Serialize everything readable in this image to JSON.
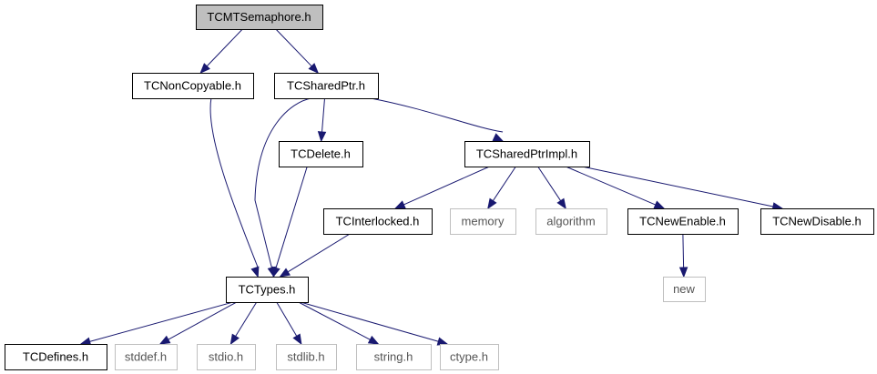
{
  "colors": {
    "edge": "#191970",
    "root_fill": "#bfbfbf",
    "internal_border": "#000000",
    "external_border": "#bfbfbf",
    "internal_text": "#000000",
    "external_text": "#555555"
  },
  "nodes": [
    {
      "id": "TCMTSemaphore",
      "label": "TCMTSemaphore.h",
      "kind": "root"
    },
    {
      "id": "TCNonCopyable",
      "label": "TCNonCopyable.h",
      "kind": "internal"
    },
    {
      "id": "TCSharedPtr",
      "label": "TCSharedPtr.h",
      "kind": "internal"
    },
    {
      "id": "TCDelete",
      "label": "TCDelete.h",
      "kind": "internal"
    },
    {
      "id": "TCSharedPtrImpl",
      "label": "TCSharedPtrImpl.h",
      "kind": "internal"
    },
    {
      "id": "TCInterlocked",
      "label": "TCInterlocked.h",
      "kind": "internal"
    },
    {
      "id": "memory",
      "label": "memory",
      "kind": "external"
    },
    {
      "id": "algorithm",
      "label": "algorithm",
      "kind": "external"
    },
    {
      "id": "TCNewEnable",
      "label": "TCNewEnable.h",
      "kind": "internal"
    },
    {
      "id": "TCNewDisable",
      "label": "TCNewDisable.h",
      "kind": "internal"
    },
    {
      "id": "new",
      "label": "new",
      "kind": "external"
    },
    {
      "id": "TCTypes",
      "label": "TCTypes.h",
      "kind": "internal"
    },
    {
      "id": "TCDefines",
      "label": "TCDefines.h",
      "kind": "internal"
    },
    {
      "id": "stddef",
      "label": "stddef.h",
      "kind": "external"
    },
    {
      "id": "stdio",
      "label": "stdio.h",
      "kind": "external"
    },
    {
      "id": "stdlib",
      "label": "stdlib.h",
      "kind": "external"
    },
    {
      "id": "string",
      "label": "string.h",
      "kind": "external"
    },
    {
      "id": "ctype",
      "label": "ctype.h",
      "kind": "external"
    }
  ],
  "edges": [
    {
      "from": "TCMTSemaphore",
      "to": "TCNonCopyable"
    },
    {
      "from": "TCMTSemaphore",
      "to": "TCSharedPtr"
    },
    {
      "from": "TCNonCopyable",
      "to": "TCTypes"
    },
    {
      "from": "TCSharedPtr",
      "to": "TCTypes"
    },
    {
      "from": "TCSharedPtr",
      "to": "TCDelete"
    },
    {
      "from": "TCSharedPtr",
      "to": "TCSharedPtrImpl"
    },
    {
      "from": "TCDelete",
      "to": "TCTypes"
    },
    {
      "from": "TCSharedPtrImpl",
      "to": "TCInterlocked"
    },
    {
      "from": "TCSharedPtrImpl",
      "to": "memory"
    },
    {
      "from": "TCSharedPtrImpl",
      "to": "algorithm"
    },
    {
      "from": "TCSharedPtrImpl",
      "to": "TCNewEnable"
    },
    {
      "from": "TCSharedPtrImpl",
      "to": "TCNewDisable"
    },
    {
      "from": "TCInterlocked",
      "to": "TCTypes"
    },
    {
      "from": "TCNewEnable",
      "to": "new"
    },
    {
      "from": "TCTypes",
      "to": "TCDefines"
    },
    {
      "from": "TCTypes",
      "to": "stddef"
    },
    {
      "from": "TCTypes",
      "to": "stdio"
    },
    {
      "from": "TCTypes",
      "to": "stdlib"
    },
    {
      "from": "TCTypes",
      "to": "string"
    },
    {
      "from": "TCTypes",
      "to": "ctype"
    }
  ]
}
